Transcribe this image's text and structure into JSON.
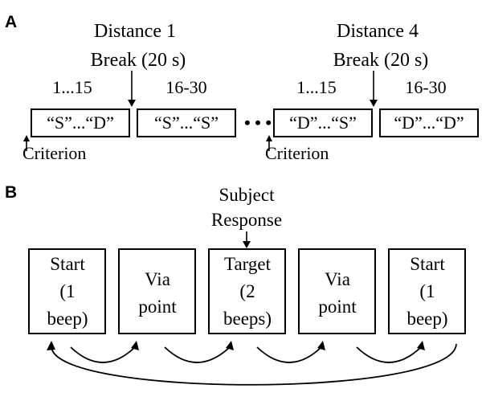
{
  "panel_a": {
    "label": "A",
    "groups": [
      {
        "distance": "Distance 1",
        "break_label": "Break (20 s)",
        "trials_first": "1...15",
        "trials_second": "16-30",
        "block_first": "“S”...“D”",
        "block_second": "“S”...“S”",
        "criterion": "Criterion"
      },
      {
        "distance": "Distance 4",
        "break_label": "Break (20 s)",
        "trials_first": "1...15",
        "trials_second": "16-30",
        "block_first": "“D”...“S”",
        "block_second": "“D”...“D”",
        "criterion": "Criterion"
      }
    ],
    "ellipsis": "• • •"
  },
  "panel_b": {
    "label": "B",
    "subject_response": [
      "Subject",
      "Response"
    ],
    "boxes": [
      {
        "name": "start",
        "lines": [
          "Start",
          "(1",
          "beep)"
        ]
      },
      {
        "name": "via-point",
        "lines": [
          "Via",
          "point"
        ]
      },
      {
        "name": "target",
        "lines": [
          "Target",
          "(2",
          "beeps)"
        ]
      },
      {
        "name": "via-point",
        "lines": [
          "Via",
          "point"
        ]
      },
      {
        "name": "start",
        "lines": [
          "Start",
          "(1",
          "beep)"
        ]
      }
    ]
  }
}
